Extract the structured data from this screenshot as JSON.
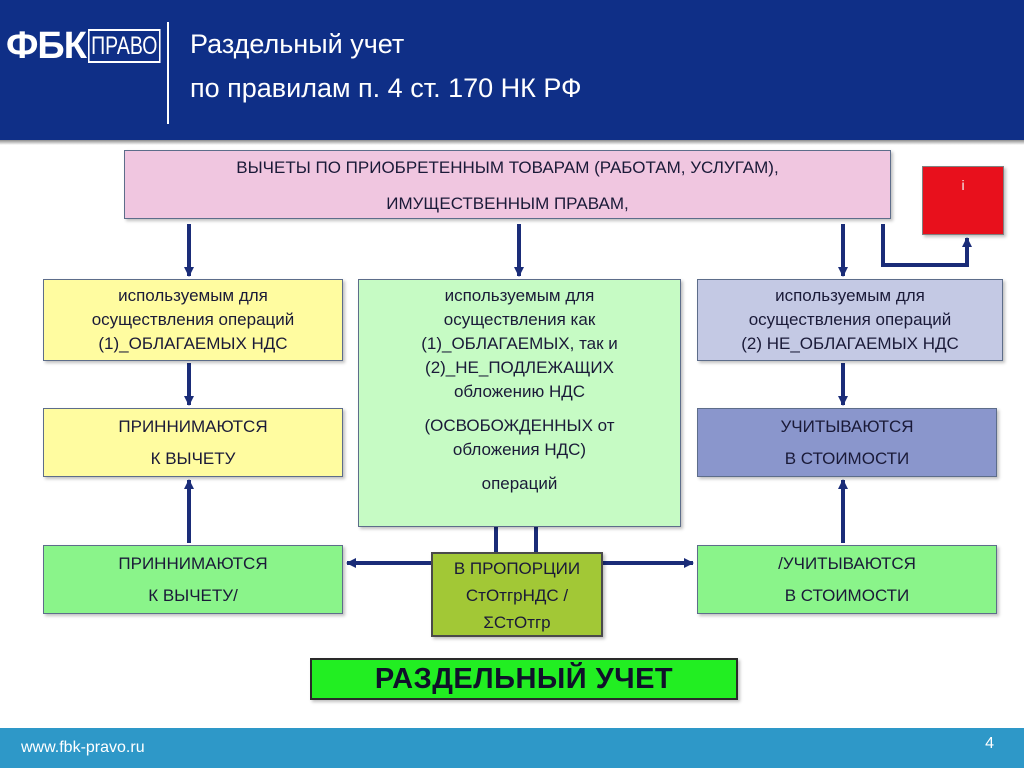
{
  "header": {
    "logo_main": "ФБК",
    "logo_sub": "ПРАВО",
    "title_line1": "Раздельный учет",
    "title_line2": "по правилам п. 4 ст. 170 НК РФ"
  },
  "diagram": {
    "top_box": {
      "line1": "ВЫЧЕТЫ ПО ПРИОБРЕТЕННЫМ ТОВАРАМ (РАБОТАМ, УСЛУГАМ),",
      "line2": "ИМУЩЕСТВЕННЫМ ПРАВАМ,"
    },
    "red_box": {
      "glyph": "i"
    },
    "left_box": {
      "line1": "используемым для",
      "line2": "осуществления операций",
      "line3": "(1)_ОБЛАГАЕМЫХ НДС"
    },
    "middle_box": {
      "line1": "используемым для",
      "line2": "осуществления как",
      "line3": "(1)_ОБЛАГАЕМЫХ, так и",
      "line4": "(2)_НЕ_ПОДЛЕЖАЩИХ",
      "line5": "обложению НДС",
      "line6": "(ОСВОБОЖДЕННЫХ от",
      "line7": "обложения НДС)",
      "line8": "операций"
    },
    "right_box": {
      "line1": "используемым для",
      "line2": "осуществления операций",
      "line3": "(2) НЕ_ОБЛАГАЕМЫХ НДС"
    },
    "left_accept": {
      "line1": "ПРИННИМАЮТСЯ",
      "line2": "К ВЫЧЕТУ"
    },
    "right_cost": {
      "line1": "УЧИТЫВАЮТСЯ",
      "line2": "В СТОИМОСТИ"
    },
    "left_proportional": {
      "line1": "ПРИННИМАЮТСЯ",
      "line2": "К ВЫЧЕТУ/"
    },
    "right_proportional": {
      "line1": "/УЧИТЫВАЮТСЯ",
      "line2": "В СТОИМОСТИ"
    },
    "proportion_box": {
      "line1": "В ПРОПОРЦИИ",
      "line2": "СтОтгрНДС /",
      "line3": "ΣСтОтгр"
    },
    "bottom_label": "РАЗДЕЛЬНЫЙ УЧЕТ"
  },
  "colors": {
    "header_bg": "#0f2f87",
    "footer_bg": "#2e98c8",
    "arrow": "#1a2c78"
  },
  "footer": {
    "url": "www.fbk-pravo.ru",
    "page_number": "4"
  }
}
